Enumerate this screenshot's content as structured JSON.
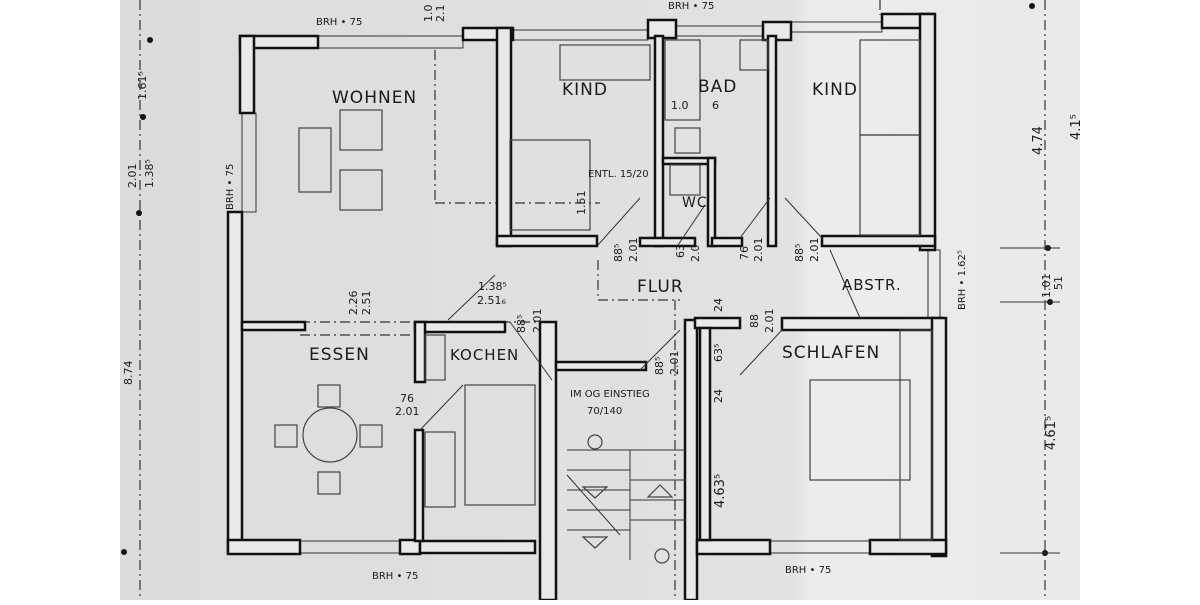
{
  "rooms": {
    "wohnen": "WOHNEN",
    "kind_left": "KIND",
    "bad": "BAD",
    "kind_right": "KIND",
    "wc": "WC",
    "flur": "FLUR",
    "abstr": "ABSTR.",
    "essen": "ESSEN",
    "kochen": "KOCHEN",
    "schlafen": "SCHLAFEN"
  },
  "windows": {
    "top_left": "BRH • 75",
    "top_middle": "BRH • 75",
    "left_side": "BRH • 75",
    "bottom_left": "BRH • 75",
    "bottom_right": "BRH • 75",
    "abstr": "BRH • 1.62⁵"
  },
  "notes": {
    "entl": "ENTL. 15/20",
    "einstieg": "IM OG EINSTIEG",
    "einstieg_size": "70/140"
  },
  "dimensions": {
    "left_1": "1.61⁵",
    "left_2a": "2.01",
    "left_2b": "1.38⁵",
    "left_total": "8.74",
    "right_1": "4.74",
    "right_1b": "4.1⁵",
    "right_2a": "1.01",
    "right_2b": "51",
    "right_3": "4.61⁵",
    "top_a": "1.0",
    "top_b": "2.1",
    "bad_a": "1.0",
    "bad_b": "6",
    "kind_1_51": "1.51",
    "wohnen_a": "2.26",
    "wohnen_b": "2.51",
    "kochen_opening_a": "1.38⁵",
    "kochen_opening_b": "2.51₆",
    "kochen_door_a": "88⁵",
    "kochen_door_b": "2.01",
    "essen_door_a": "76",
    "essen_door_b": "2.01",
    "door_kind_a": "88⁵",
    "door_kind_b": "2.01",
    "door_wc_a": "63",
    "door_wc_b": "2.0",
    "door_bad_a": "76",
    "door_bad_b": "2.01",
    "door_kind2_a": "88⁵",
    "door_kind2_b": "2.01",
    "stair_door_a": "88⁵",
    "stair_door_b": "2.01",
    "schlafen_24a": "24",
    "schlafen_63": "63⁵",
    "schlafen_24b": "24",
    "schlafen_463": "4.63⁵",
    "schlafen_door_a": "88",
    "schlafen_door_b": "2.01"
  },
  "colors": {
    "paper": "#e4e4e2",
    "ink": "#111111"
  }
}
